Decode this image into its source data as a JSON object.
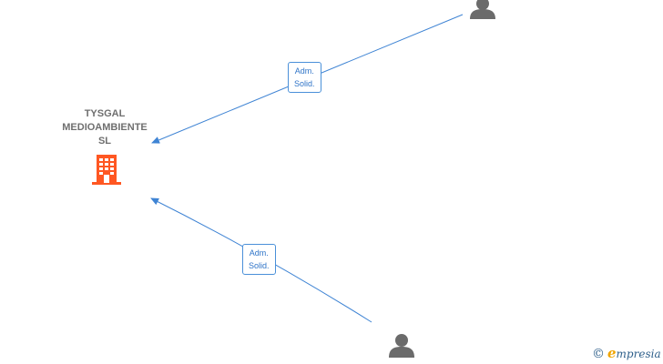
{
  "company": {
    "name_lines": [
      "TYSGAL",
      "MEDIOAMBIENTE",
      "SL"
    ],
    "icon": "building-icon",
    "color": "#ff5722"
  },
  "persons": [
    {
      "icon": "person-icon",
      "color": "#6b6b6b"
    },
    {
      "icon": "person-icon",
      "color": "#6b6b6b"
    }
  ],
  "relations": [
    {
      "label_lines": [
        "Adm.",
        "Solid."
      ]
    },
    {
      "label_lines": [
        "Adm.",
        "Solid."
      ]
    }
  ],
  "edge_color": "#3f84d4",
  "brand": {
    "copyright": "©",
    "initial": "e",
    "rest": "mpresia"
  }
}
